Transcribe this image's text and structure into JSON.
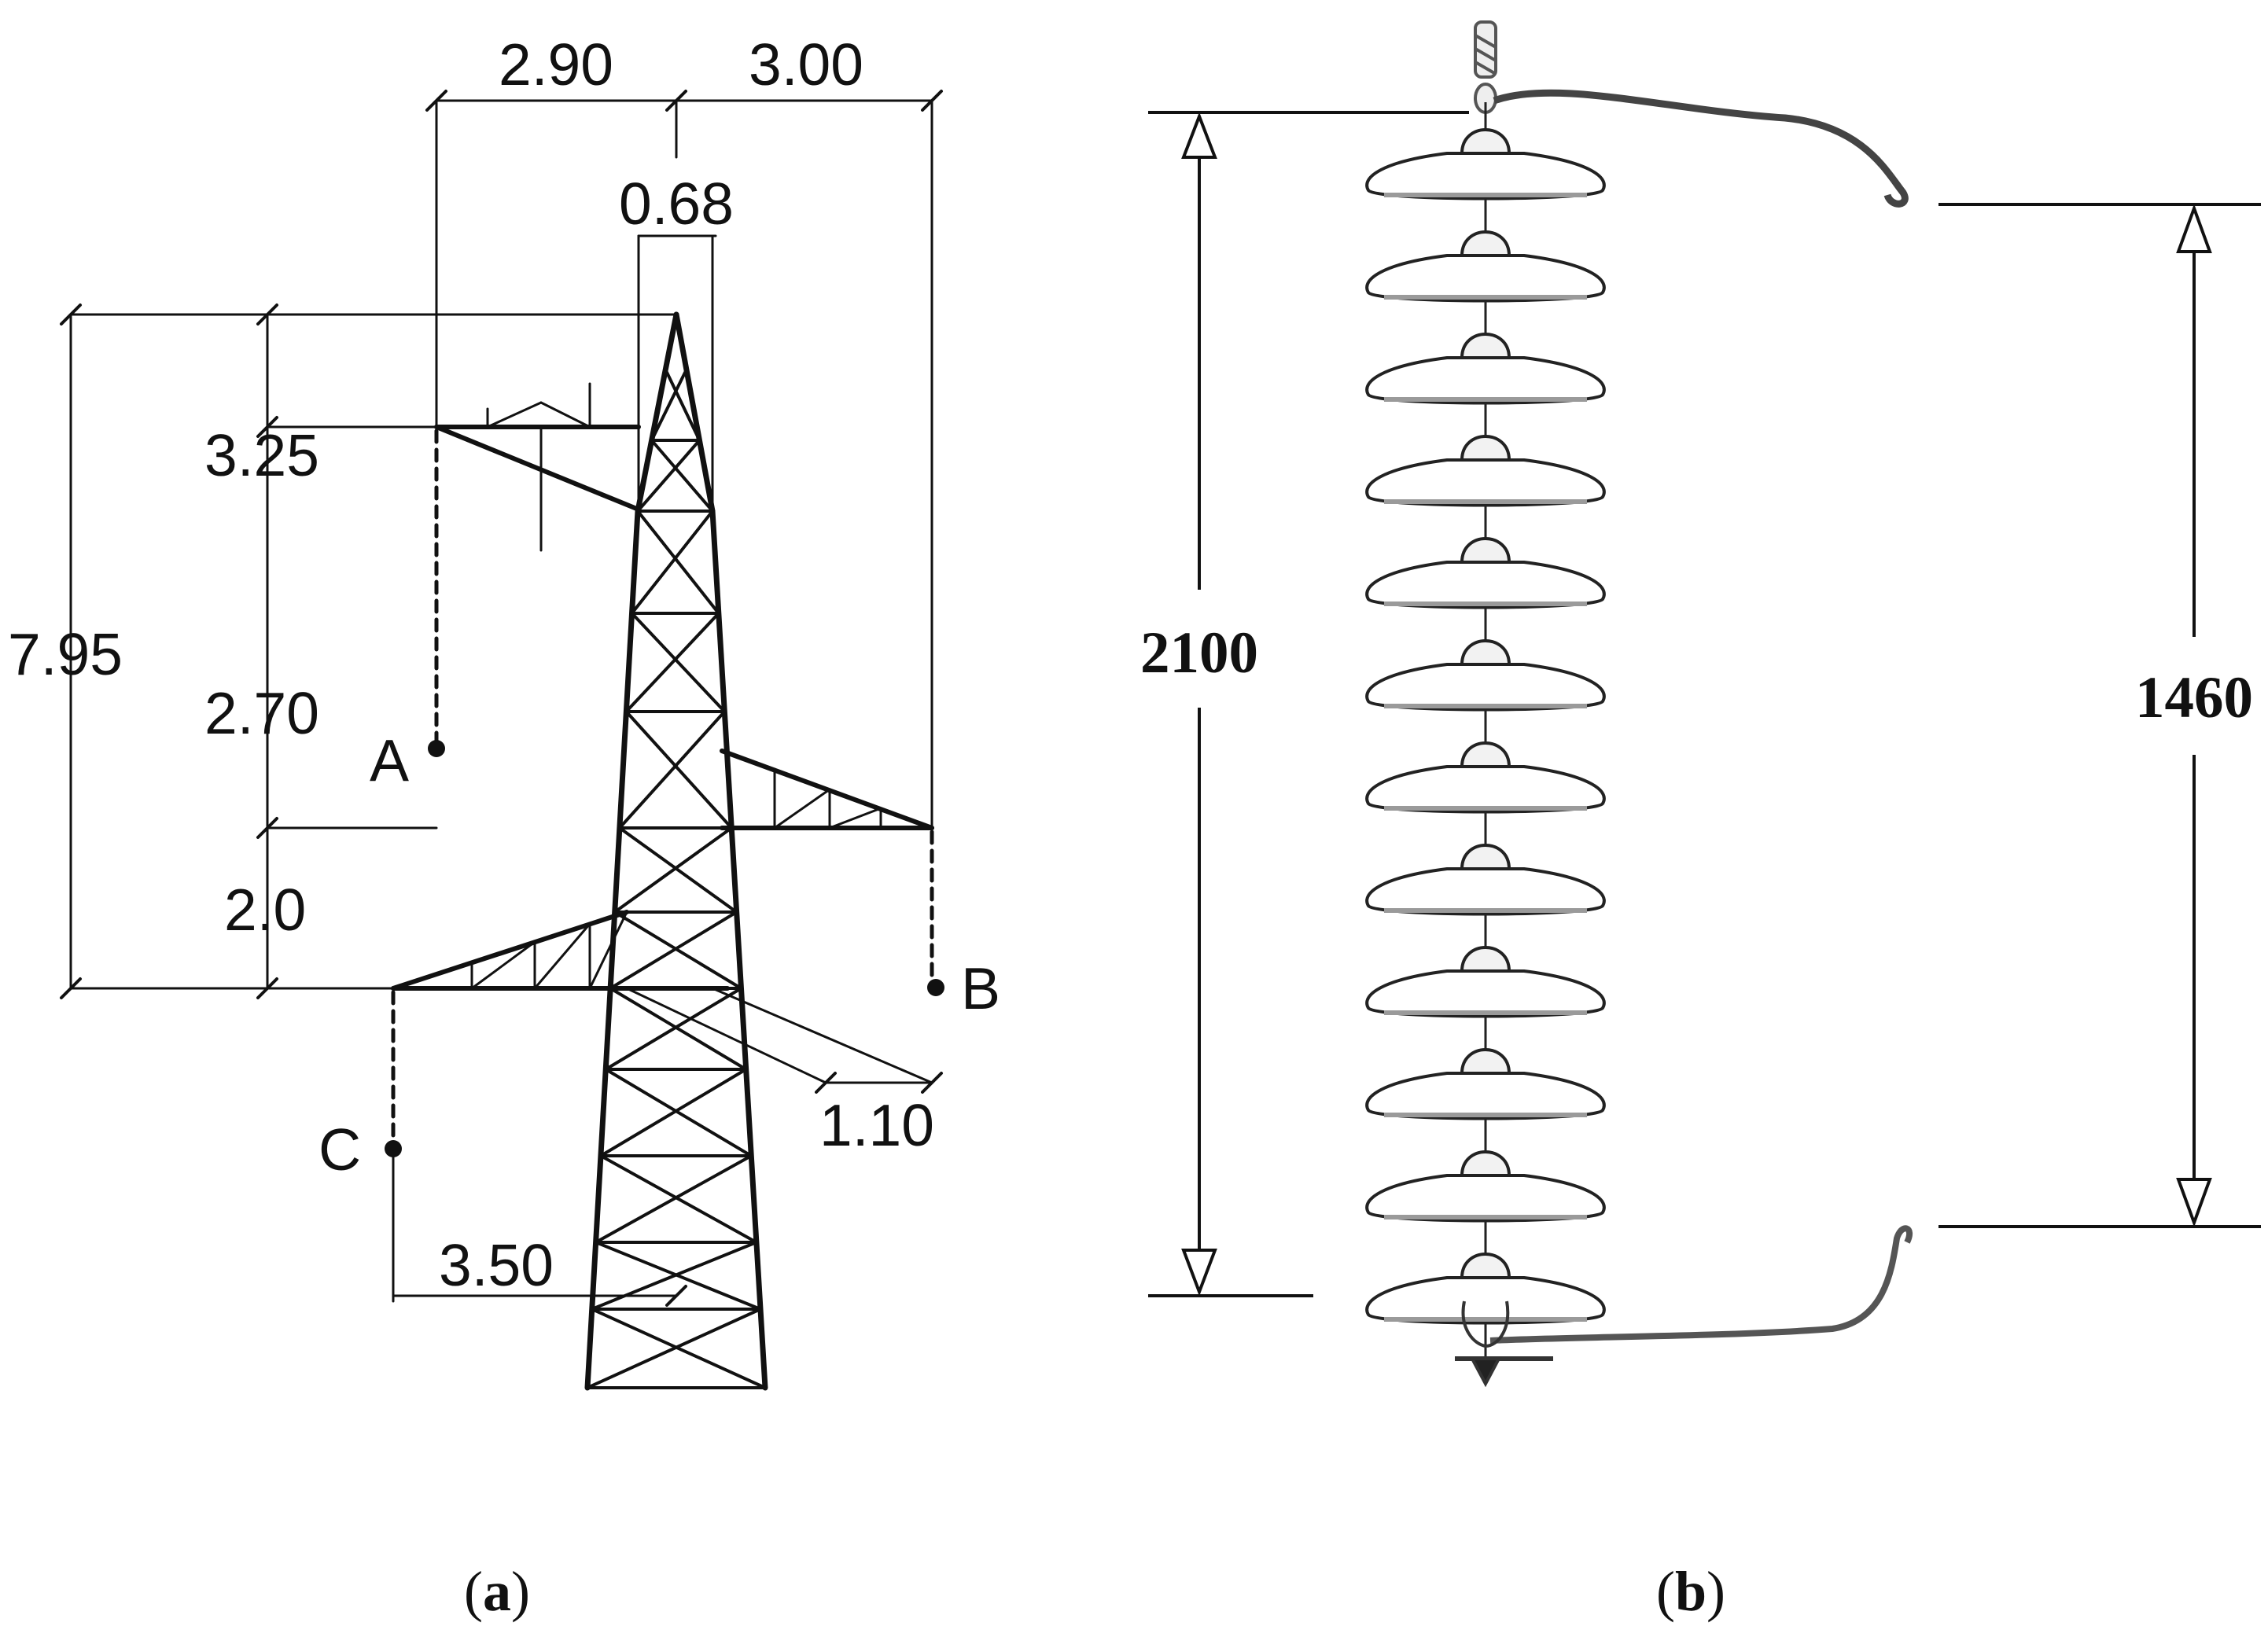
{
  "figure_a": {
    "dimensions": {
      "top_left_width": "2.90",
      "top_right_width": "3.00",
      "top_tower_width": "0.68",
      "total_height": "7.95",
      "upper_height": "3.25",
      "middle_height": "2.70",
      "lower_height": "2.0",
      "bottom_offset": "1.10",
      "bottom_width": "3.50"
    },
    "phases": {
      "a": "A",
      "b": "B",
      "c": "C"
    },
    "caption": {
      "open": "(",
      "letter": "a",
      "close": ")"
    }
  },
  "figure_b": {
    "insulator_discs": 12,
    "dimensions": {
      "string_length": "2100",
      "arcing_distance": "1460"
    },
    "caption": {
      "open": "(",
      "letter": "b",
      "close": ")"
    }
  }
}
